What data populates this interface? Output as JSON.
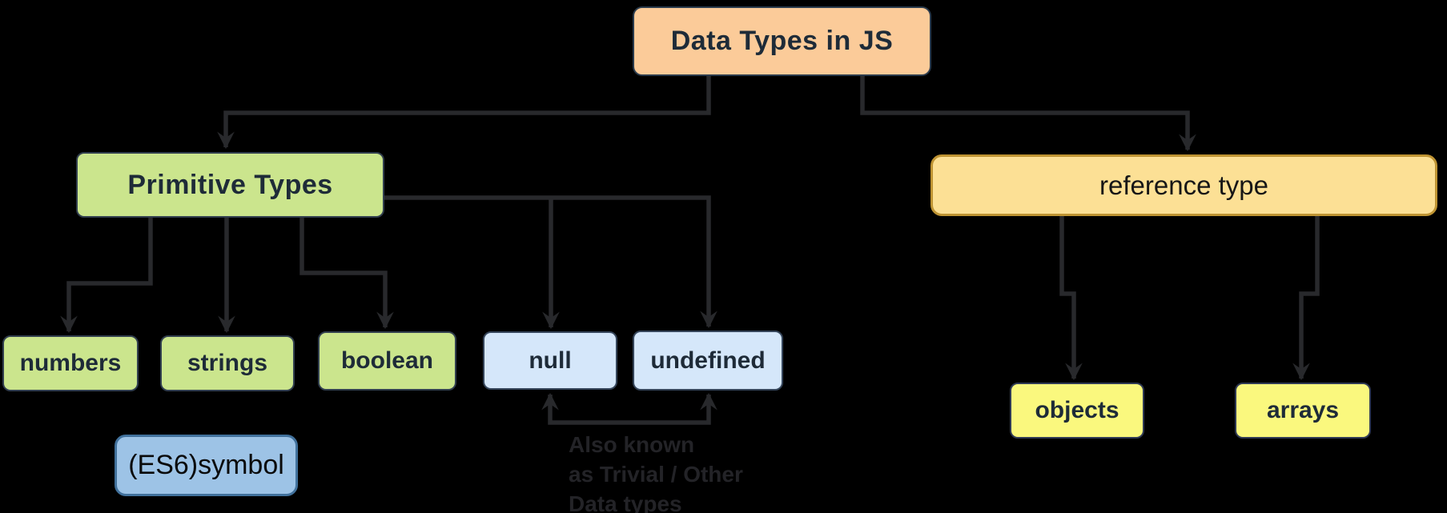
{
  "nodes": {
    "root": {
      "label": "Data Types in JS",
      "fill": "#FBCB99"
    },
    "primitive": {
      "label": "Primitive Types",
      "fill": "#CBE58D"
    },
    "numbers": {
      "label": "numbers",
      "fill": "#CBE58D"
    },
    "strings": {
      "label": "strings",
      "fill": "#CBE58D"
    },
    "boolean": {
      "label": "boolean",
      "fill": "#CBE58D"
    },
    "null": {
      "label": "null",
      "fill": "#D5E7FA"
    },
    "undefined": {
      "label": "undefined",
      "fill": "#D5E7FA"
    },
    "es6_symbol": {
      "label": "(ES6)symbol",
      "fill": "#9DC3E6",
      "border": "#41719C"
    },
    "reference": {
      "label": "reference type",
      "fill": "#FCE095",
      "border": "#BF9433"
    },
    "objects": {
      "label": "objects",
      "fill": "#FAF87E"
    },
    "arrays": {
      "label": "arrays",
      "fill": "#FAF87E"
    }
  },
  "annotation": {
    "text": "Also known\nas Trivial / Other\nData types",
    "color": "#232327"
  },
  "colors": {
    "background": "#000000",
    "connector": "#28292C"
  }
}
